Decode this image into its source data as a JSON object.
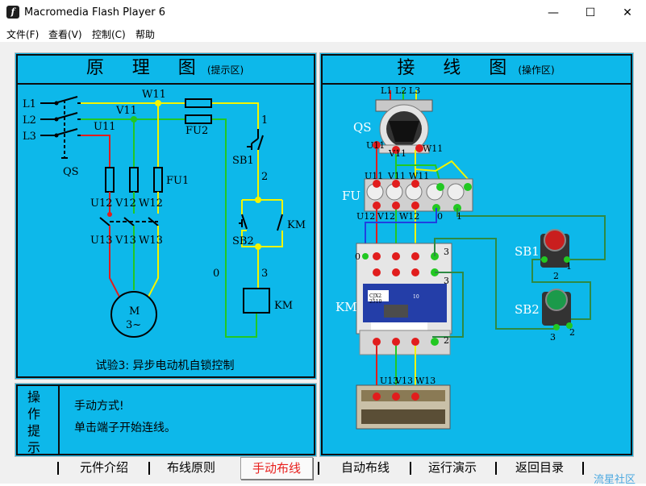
{
  "window": {
    "title": "Macromedia Flash Player 6",
    "minimize_glyph": "—",
    "maximize_glyph": "☐",
    "close_glyph": "✕",
    "app_icon": "flash-icon",
    "app_icon_glyph": "f"
  },
  "menu": [
    "文件(F)",
    "查看(V)",
    "控制(C)",
    "帮助"
  ],
  "left_panel": {
    "title": "原 理 图",
    "subtitle": "(提示区)",
    "caption": "试验3:  异步电动机自锁控制",
    "labels": {
      "L1": "L1",
      "L2": "L2",
      "L3": "L3",
      "QS": "QS",
      "W11": "W11",
      "V11": "V11",
      "U11": "U11",
      "FU2": "FU2",
      "FU1": "FU1",
      "U12": "U12",
      "V12": "V12",
      "W12": "W12",
      "U13": "U13",
      "V13": "V13",
      "W13": "W13",
      "SB1": "SB1",
      "SB2": "SB2",
      "KM_contact": "KM",
      "KM_coil": "KM",
      "n1": "1",
      "n2": "2",
      "n3": "3",
      "n0": "0",
      "motor": "M",
      "motor_sub": "3~"
    }
  },
  "right_panel": {
    "title": "接 线 图",
    "subtitle": "(操作区)",
    "labels": {
      "L1": "L1",
      "L2": "L2",
      "L3": "L3",
      "QS": "QS",
      "FU": "FU",
      "KM": "KM",
      "SB1": "SB1",
      "SB2": "SB2",
      "U11": "U11",
      "V11": "V11",
      "W11": "W11",
      "U11b": "U11",
      "V11b": "V11",
      "W11b": "W11",
      "U12": "U12",
      "V12": "V12",
      "W12": "W12",
      "U13": "U13",
      "V13": "V13",
      "W13": "W13",
      "fu_0": "0",
      "fu_1": "1",
      "km_0": "0",
      "km_3a": "3",
      "km_3b": "3",
      "km_2": "2",
      "sb1_2": "2",
      "sb1_1": "1",
      "sb2_3": "3",
      "sb2_2": "2",
      "contactor_brand": "CJX2",
      "contactor_model": "2510",
      "contactor_num": "10"
    }
  },
  "operation": {
    "label": "操作提示",
    "line1": "手动方式!",
    "line2": "单击端子开始连线。"
  },
  "nav": [
    "元件介绍",
    "布线原则",
    "手动布线",
    "自动布线",
    "运行演示",
    "返回目录"
  ],
  "nav_active": "手动布线",
  "watermark": "流星社区",
  "colors": {
    "panel_bg": "#0db8ea",
    "wire_red": "#e11d1d",
    "wire_green": "#22c822",
    "wire_yellow": "#f4f400",
    "active_nav": "#e8201e"
  }
}
